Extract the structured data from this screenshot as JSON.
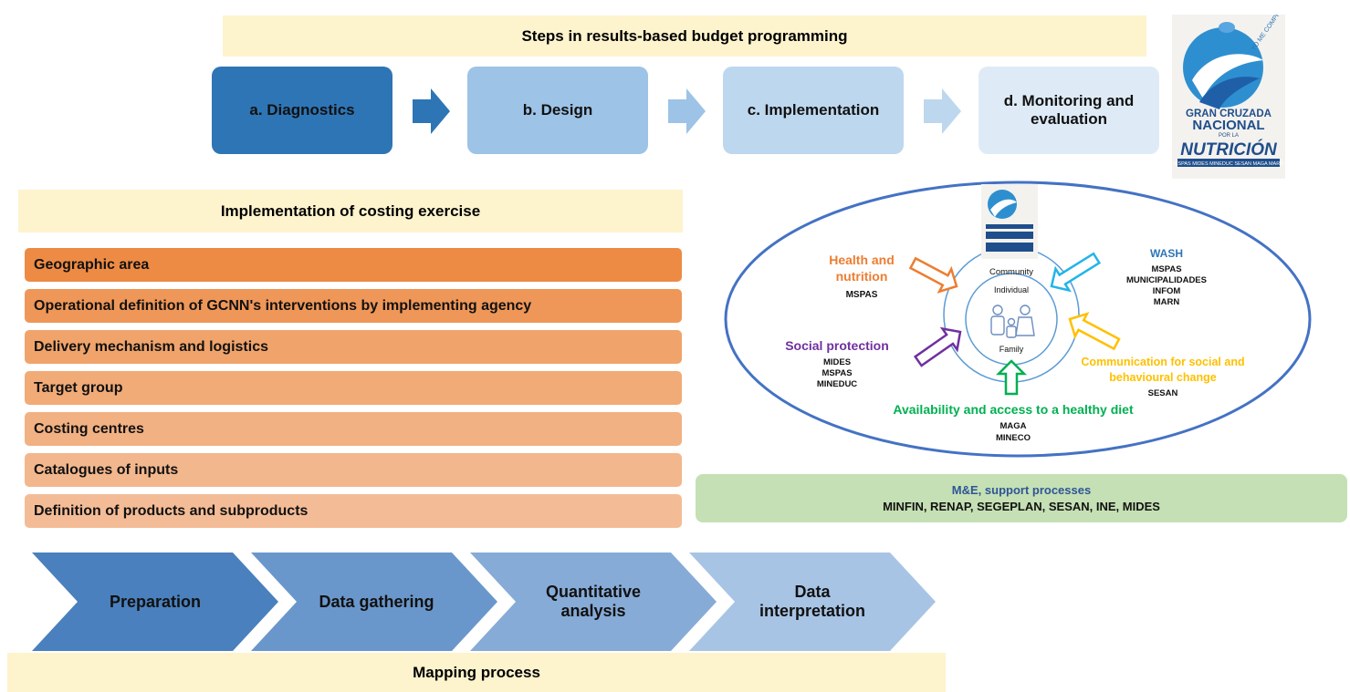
{
  "top": {
    "title": "Steps in results-based budget programming",
    "steps": [
      {
        "label": "a. Diagnostics",
        "color": "#2e75b6"
      },
      {
        "label": "b. Design",
        "color": "#9dc3e6"
      },
      {
        "label": "c. Implementation",
        "color": "#bdd7ee"
      },
      {
        "label": "d. Monitoring and evaluation",
        "color": "#deebf7"
      }
    ]
  },
  "logo": {
    "tagline": "YO ME COMPROMETO",
    "line1": "GRAN CRUZADA",
    "line2": "NACIONAL",
    "line3": "POR LA",
    "line4": "NUTRICIÓN",
    "ministries": "MSPAS MIDES MINEDUC SESAN MAGA MARN"
  },
  "costing": {
    "title": "Implementation of costing exercise",
    "items": [
      {
        "label": "Geographic area",
        "color": "#ed8b45"
      },
      {
        "label": "Operational definition of GCNN's interventions by implementing agency",
        "color": "#ef9758"
      },
      {
        "label": "Delivery mechanism and logistics",
        "color": "#f0a46b"
      },
      {
        "label": "Target group",
        "color": "#f1ab77"
      },
      {
        "label": "Costing centres",
        "color": "#f2b183"
      },
      {
        "label": "Catalogues of inputs",
        "color": "#f3b78d"
      },
      {
        "label": "Definition of products and subproducts",
        "color": "#f4bc96"
      }
    ]
  },
  "ecosystem": {
    "community": "Community",
    "individual": "Individual",
    "family": "Family",
    "health": {
      "title_line1": "Health and",
      "title_line2": "nutrition",
      "agencies": [
        "MSPAS"
      ],
      "color": "#ed7d31"
    },
    "wash": {
      "title": "WASH",
      "agencies": [
        "MSPAS",
        "MUNICIPALIDADES",
        "INFOM",
        "MARN"
      ],
      "color": "#2e75b6"
    },
    "social": {
      "title": "Social protection",
      "agencies": [
        "MIDES",
        "MSPAS",
        "MINEDUC"
      ],
      "color": "#7030a0"
    },
    "communication": {
      "title_line1": "Communication for social and",
      "title_line2": "behavioural change",
      "agencies": [
        "SESAN"
      ],
      "color": "#ffc000"
    },
    "diet": {
      "title": "Availability and access to a healthy diet",
      "agencies": [
        "MAGA",
        "MINECO"
      ],
      "color": "#00b050"
    }
  },
  "me": {
    "title": "M&E, support processes",
    "agencies": "MINFIN, RENAP, SEGEPLAN, SESAN, INE, MIDES"
  },
  "mapping": {
    "steps": [
      {
        "label": "Preparation",
        "color": "#4a80bd"
      },
      {
        "label": "Data gathering",
        "color": "#6a97cb"
      },
      {
        "label": "Quantitative analysis",
        "color": "#86abd7"
      },
      {
        "label": "Data interpretation",
        "color": "#a8c4e5"
      }
    ],
    "title": "Mapping process"
  }
}
